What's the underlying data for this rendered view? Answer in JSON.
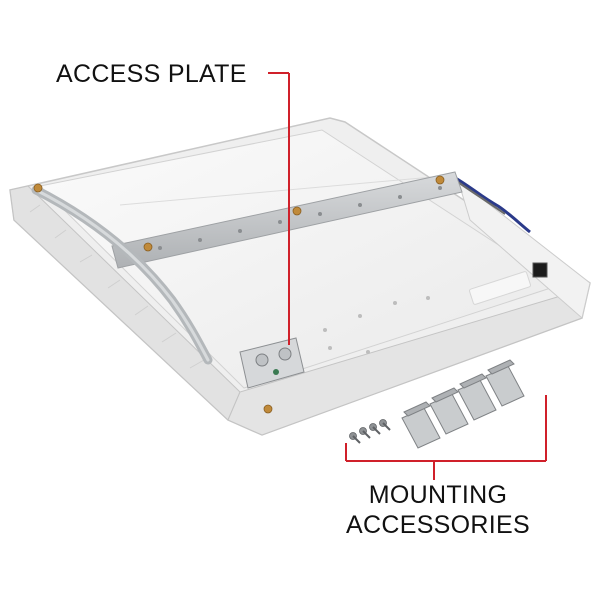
{
  "callouts": {
    "access_plate": "ACCESS PLATE",
    "mounting_line1": "MOUNTING",
    "mounting_line2": "ACCESSORIES"
  },
  "colors": {
    "leader_line": "#d0202a",
    "label_text": "#111111",
    "fixture_body": "#f4f4f4",
    "fixture_edge": "#c8c8c8",
    "metal_strap": "#b9bcbf",
    "brass_screw": "#c08a3a"
  }
}
